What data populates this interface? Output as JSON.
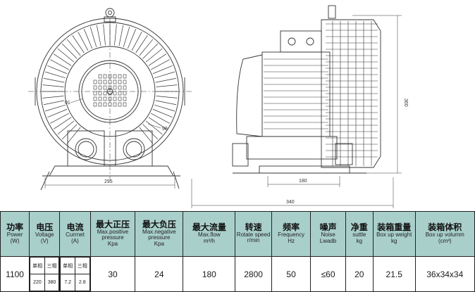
{
  "drawing": {
    "front_view": {
      "dimensions": {
        "width": "295",
        "left_label": "01",
        "right_label": "98"
      }
    },
    "side_view": {
      "dimensions": {
        "base_depth": "180",
        "overall_depth": "340",
        "height": "360"
      }
    }
  },
  "spec_table": {
    "headers": [
      {
        "zh": "功率",
        "en": "Power",
        "unit": "(W)"
      },
      {
        "zh": "电压",
        "en": "Voltage",
        "unit": "(V)"
      },
      {
        "zh": "电流",
        "en": "Currnet",
        "unit": "(A)"
      },
      {
        "zh": "最大正压",
        "en": "Max.positive pressure",
        "unit": "Kpa"
      },
      {
        "zh": "最大负压",
        "en": "Max.negative pressure",
        "unit": "Kpa"
      },
      {
        "zh": "最大流量",
        "en": "Max.flow",
        "unit": "m³/h"
      },
      {
        "zh": "转速",
        "en": "Rotate speed r/min",
        "unit": ""
      },
      {
        "zh": "频率",
        "en": "Frequency",
        "unit": "Hz"
      },
      {
        "zh": "噪声",
        "en": "Noise",
        "unit": "Lwadb"
      },
      {
        "zh": "净重",
        "en": "suttle",
        "unit": "kg"
      },
      {
        "zh": "装箱重量",
        "en": "Box up weight",
        "unit": "kg"
      },
      {
        "zh": "装箱体积",
        "en": "Box up volumm",
        "unit": "(cm³)"
      }
    ],
    "row": {
      "power": "1100",
      "voltage": {
        "single_label": "单相",
        "three_label": "三相",
        "single": "220",
        "three": "380"
      },
      "current": {
        "single_label": "单相",
        "three_label": "三相",
        "single": "7.2",
        "three": "2.8"
      },
      "max_positive_pressure": "30",
      "max_negative_pressure": "24",
      "max_flow": "180",
      "rotate_speed": "2800",
      "frequency": "50",
      "noise": "≤60",
      "suttle": "20",
      "box_weight": "21.5",
      "box_volume": "36x34x34"
    }
  },
  "colors": {
    "header_bg": "#a9cfcb",
    "line": "#333333"
  }
}
